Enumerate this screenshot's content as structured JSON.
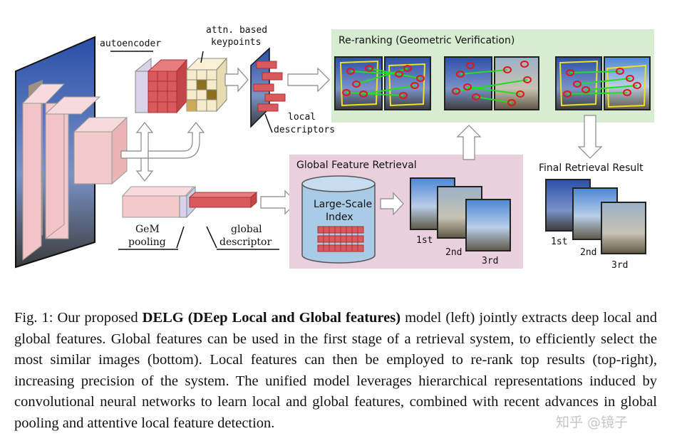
{
  "labels": {
    "autoencoder": "autoencoder",
    "attn_line1": "attn. based",
    "attn_line2": "keypoints",
    "local_line1": "local",
    "local_line2": "descriptors",
    "gem_line1": "GeM",
    "gem_line2": "pooling",
    "global_line1": "global",
    "global_line2": "descriptor"
  },
  "panels": {
    "reranking_title": "Re-ranking (Geometric Verification)",
    "global_retrieval_title": "Global Feature Retrieval",
    "index_line1": "Large-Scale",
    "index_line2": "Index",
    "final_title": "Final Retrieval Result"
  },
  "ranks": [
    "1st",
    "2nd",
    "3rd"
  ],
  "caption": {
    "prefix": "Fig. 1: Our proposed ",
    "bold": "DELG (DEep Local and Global features)",
    "suffix": " model (left) jointly extracts deep local and global features. Global features can be used in the first stage of a retrieval system, to efficiently select the most similar images (bottom). Local features can then be employed to re-rank top results (top-right), increasing precision of the system. The unified model leverages hierarchical representations induced by convolutional neural networks to learn local and global features, combined with recent advances in global pooling and attentive local feature detection."
  },
  "watermark": "知乎 @镜子",
  "colors": {
    "rerank_bg": "#d8ecd2",
    "global_bg": "#ead0dc",
    "feature_pink": "#f4c9ca",
    "descriptor_red": "#d9595c",
    "index_blue": "#a9cbe6",
    "match_green": "#22dd22",
    "keypoint_red": "#e01818",
    "box_yellow": "#f0e020"
  }
}
